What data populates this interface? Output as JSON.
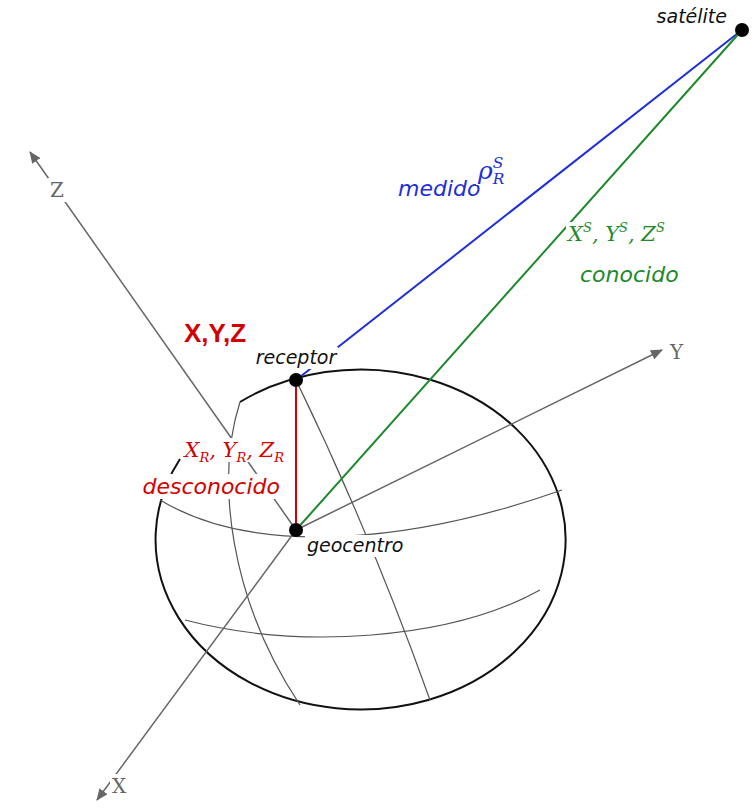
{
  "diagram": {
    "nodes": [
      {
        "text": [
          "satélite"
        ]
      },
      {
        "text": [
          "receptor"
        ]
      },
      {
        "text": [
          "geocentro"
        ]
      }
    ],
    "edges": [
      {
        "from": 0,
        "to": 1,
        "arrow": "none",
        "label": "medido"
      },
      {
        "from": 0,
        "to": 2,
        "arrow": "none",
        "label": "conocido"
      },
      {
        "from": 1,
        "to": 2,
        "arrow": "none",
        "label": "desconocido"
      }
    ],
    "labels": [
      "X,Y,Z",
      "ρ",
      "S",
      "R",
      "X",
      "S",
      ", Y",
      "S",
      ", Z",
      "S",
      "X",
      "R",
      ", Y",
      "R",
      ", Z",
      "R",
      "Z",
      "Y",
      "X"
    ]
  }
}
